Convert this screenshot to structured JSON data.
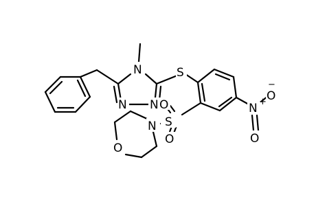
{
  "atoms": {
    "n_methyl": "N",
    "n_triazole_1": "N",
    "n_triazole_2": "N",
    "s_thioether": "S",
    "s_sulfonyl": "S",
    "o_sulfonyl_1": "O",
    "o_sulfonyl_2": "O",
    "n_morpholine": "N",
    "o_morpholine": "O",
    "n_nitro": "N",
    "n_nitro_charge": "+",
    "o_nitro_top": "O",
    "o_nitro_top_charge": "−",
    "o_nitro_bottom": "O"
  },
  "colors": {
    "bond": "#000000",
    "label": "#000000",
    "background": "#ffffff"
  }
}
